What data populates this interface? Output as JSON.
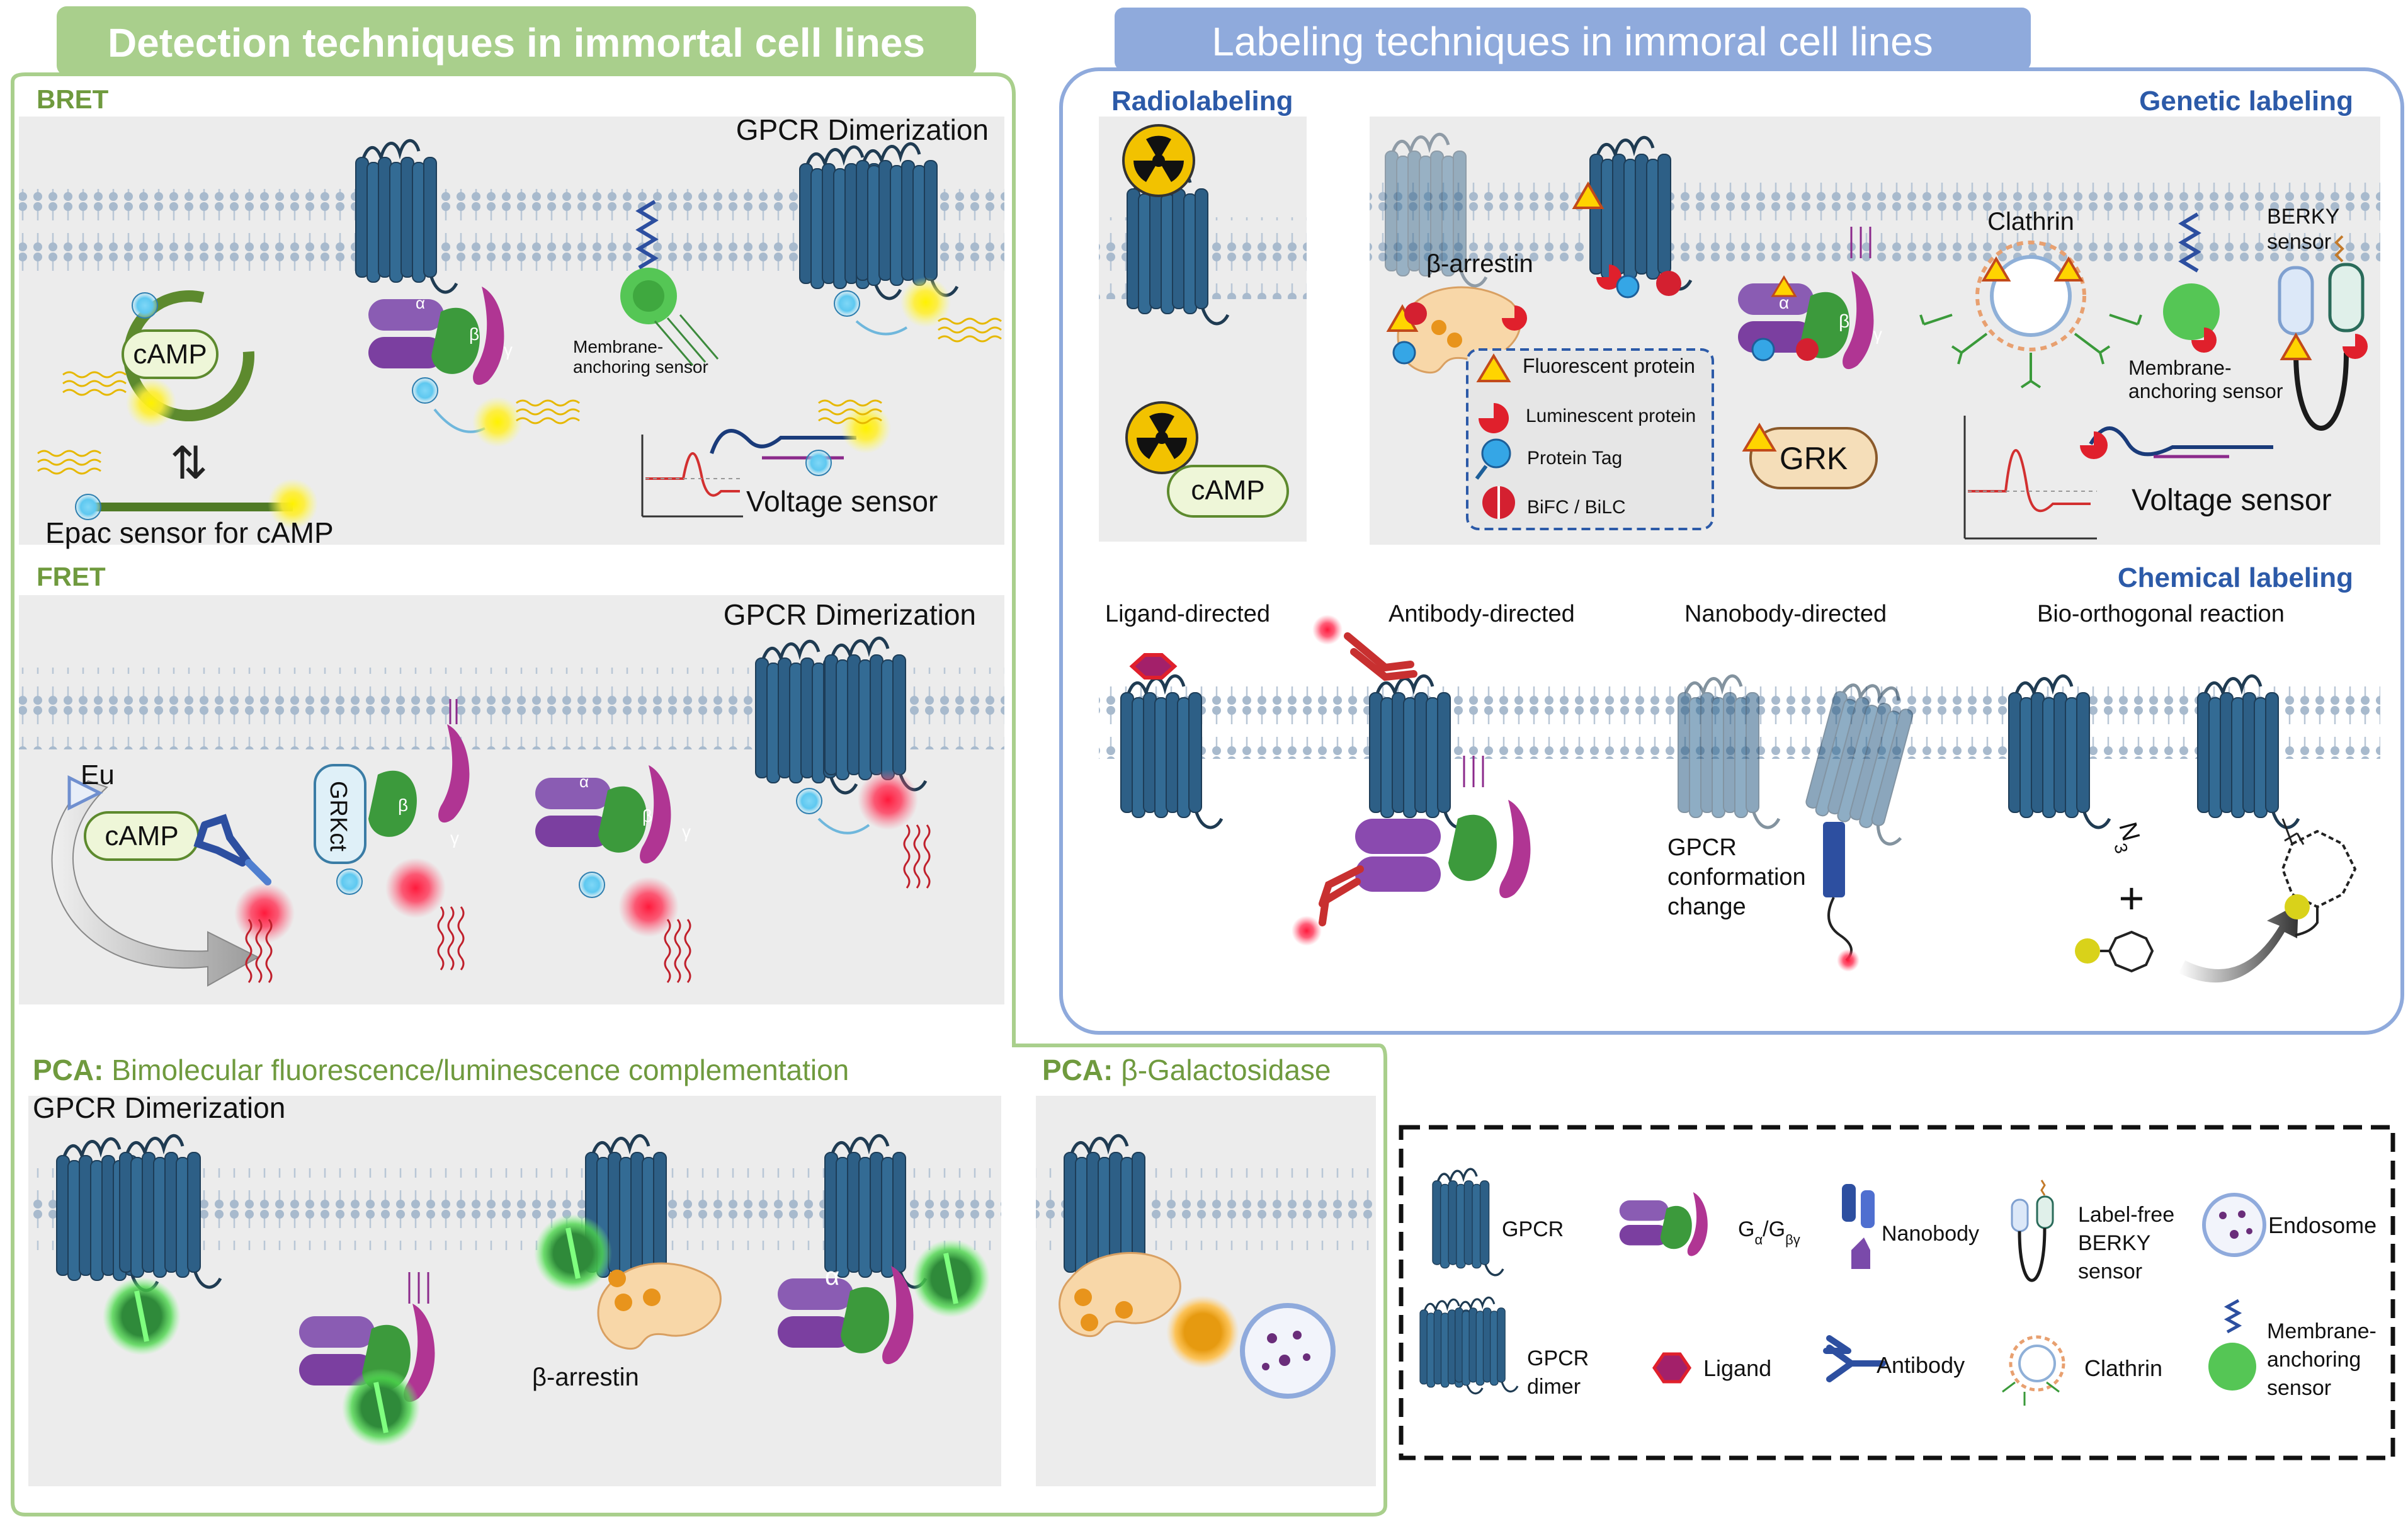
{
  "left_panel": {
    "banner": "Detection techniques in immortal cell lines",
    "bret": {
      "heading": "BRET",
      "dimerization": "GPCR Dimerization",
      "camp": "cAMP",
      "epac": "Epac sensor for cAMP",
      "membrane_sensor": [
        "Membrane-",
        "anchoring sensor"
      ],
      "voltage": "Voltage sensor",
      "alpha": "α",
      "beta": "β",
      "gamma": "γ"
    },
    "fret": {
      "heading": "FRET",
      "dimerization": "GPCR Dimerization",
      "eu": "Eu",
      "camp": "cAMP",
      "grkct": "GRKct",
      "alpha": "α",
      "beta": "β",
      "gamma": "γ"
    },
    "pca1": {
      "heading_bold": "PCA:",
      "heading_rest": " Bimolecular fluorescence/luminescence complementation",
      "dimerization": "GPCR Dimerization",
      "barrestin": "β-arrestin",
      "alpha": "α"
    },
    "pca2": {
      "heading_bold": "PCA:",
      "heading_rest": " β-Galactosidase"
    }
  },
  "right_panel": {
    "banner": "Labeling techniques in immoral cell lines",
    "radiolabeling": {
      "heading": "Radiolabeling",
      "camp": "cAMP"
    },
    "genetic": {
      "heading": "Genetic labeling",
      "barrestin": "β-arrestin",
      "clathrin": "Clathrin",
      "berky": [
        "BERKY",
        "sensor"
      ],
      "membrane_sensor": [
        "Membrane-",
        "anchoring sensor"
      ],
      "grk": "GRK",
      "voltage": "Voltage sensor",
      "legend": [
        "Fluorescent protein",
        "Luminescent protein",
        "Protein Tag",
        "BiFC / BiLC"
      ],
      "alpha": "α",
      "beta": "β",
      "gamma": "γ"
    },
    "chemical": {
      "heading": "Chemical labeling",
      "ligand": "Ligand-directed",
      "antibody": "Antibody-directed",
      "nanobody": "Nanobody-directed",
      "bio": "Bio-orthogonal reaction",
      "conformation": [
        "GPCR",
        "conformation",
        "change"
      ],
      "azide": "N",
      "azide_sub": "3",
      "plus": "+"
    }
  },
  "key": {
    "gpcr": "GPCR",
    "gprotein": "Gα/Gβγ",
    "gprotein_main": "G",
    "gprotein_sub1": "α",
    "gprotein_mid": "/G",
    "gprotein_sub2": "βγ",
    "nanobody": "Nanobody",
    "berky": [
      "Label-free",
      "BERKY",
      "sensor"
    ],
    "endosome": "Endosome",
    "dimer": [
      "GPCR",
      "dimer"
    ],
    "ligand": "Ligand",
    "antibody": "Antibody",
    "clathrin": "Clathrin",
    "membrane": [
      "Membrane-",
      "anchoring",
      "sensor"
    ]
  },
  "colors": {
    "green_accent": "#6f9a3e",
    "green_panel": "#a9cf8c",
    "blue_accent": "#2c5aa8",
    "blue_panel": "#8faadc",
    "receptor": "#2d5f86",
    "purple": "#7b3fa0",
    "magenta": "#b03593",
    "gbeta": "#3c9a3c"
  }
}
